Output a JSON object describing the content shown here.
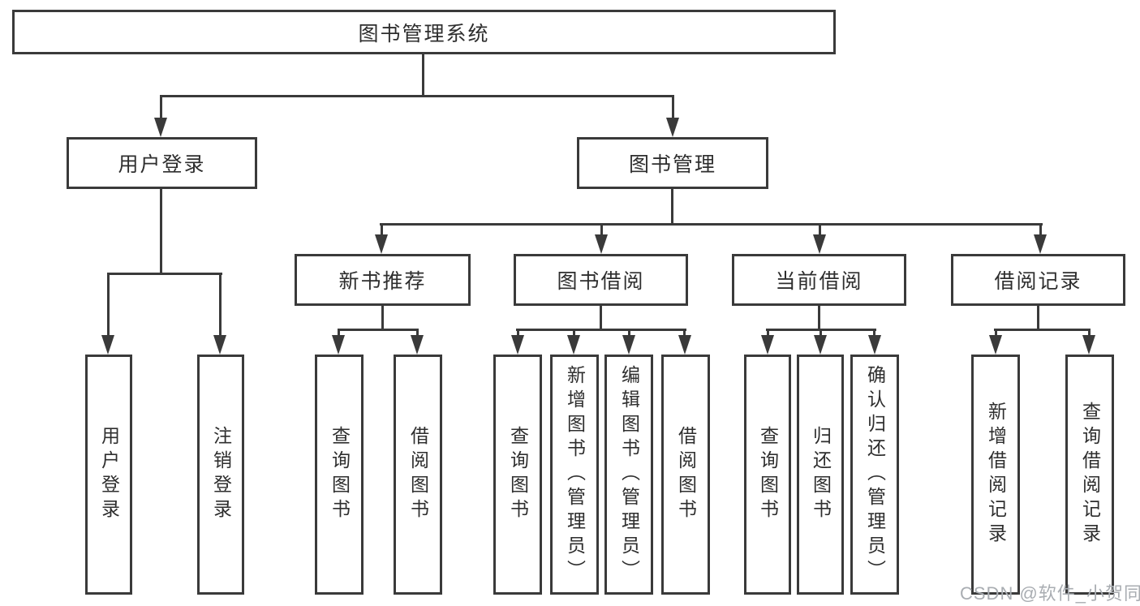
{
  "colors": {
    "line": "#3a3a3a",
    "text": "#2e2e2e",
    "watermark": "#a9adb2"
  },
  "diagram": {
    "root": {
      "label": "图书管理系统"
    },
    "branches": [
      {
        "label": "用户登录",
        "children": [
          {
            "label": "用户登录"
          },
          {
            "label": "注销登录"
          }
        ]
      },
      {
        "label": "图书管理",
        "children": [
          {
            "label": "新书推荐",
            "children": [
              {
                "label": "查询图书"
              },
              {
                "label": "借阅图书"
              }
            ]
          },
          {
            "label": "图书借阅",
            "children": [
              {
                "label": "查询图书"
              },
              {
                "label": "新增图书（管理员）"
              },
              {
                "label": "编辑图书（管理员）"
              },
              {
                "label": "借阅图书"
              }
            ]
          },
          {
            "label": "当前借阅",
            "children": [
              {
                "label": "查询图书"
              },
              {
                "label": "归还图书"
              },
              {
                "label": "确认归还（管理员）"
              }
            ]
          },
          {
            "label": "借阅记录",
            "children": [
              {
                "label": "新增借阅记录"
              },
              {
                "label": "查询借阅记录"
              }
            ]
          }
        ]
      }
    ]
  },
  "watermark": {
    "text": "CSDN @软件_小贺同学"
  }
}
